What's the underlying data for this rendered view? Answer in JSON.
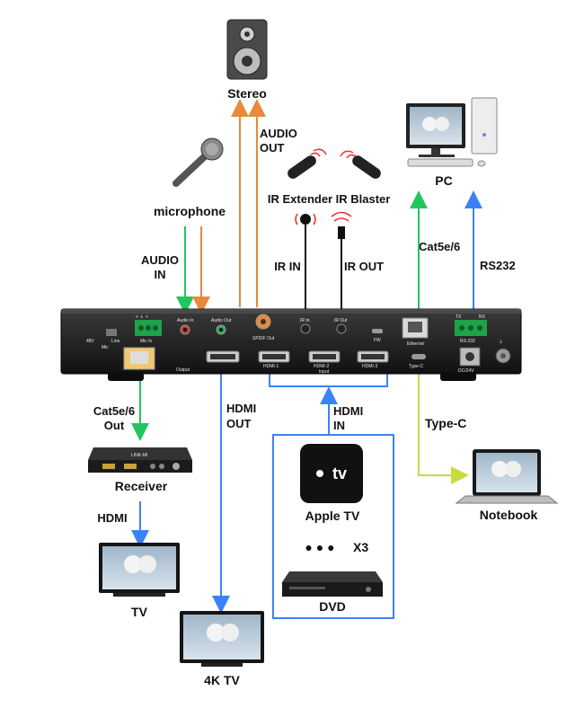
{
  "labels": {
    "stereo": "Stereo",
    "audio_out": [
      "AUDIO",
      "OUT"
    ],
    "microphone": "microphone",
    "audio_in": [
      "AUDIO",
      "IN"
    ],
    "ir_extender": "IR Extender",
    "ir_blaster": "IR Blaster",
    "ir_in": "IR IN",
    "ir_out": "IR OUT",
    "pc": "PC",
    "cat5_right": "Cat5e/6",
    "rs232": "RS232",
    "cat5_out": [
      "Cat5e/6",
      "Out"
    ],
    "receiver": "Receiver",
    "hdmi": "HDMI",
    "tv": "TV",
    "hdmi_out": [
      "HDMI",
      "OUT"
    ],
    "four_k_tv": "4K TV",
    "hdmi_in": [
      "HDMI",
      "IN"
    ],
    "apple_tv": "Apple TV",
    "apple_tv_logo": "tv",
    "dots": "● ● ●",
    "x3": "X3",
    "dvd": "DVD",
    "type_c": "Type-C",
    "notebook": "Notebook"
  },
  "panel": {
    "mic_switch": [
      "48V",
      "Mic",
      "Line"
    ],
    "mic_in": "Mic In",
    "plus_minus": "+ ⏚ +",
    "audio_in": "Audio In",
    "audio_out": "Audio Out",
    "spdif_out": "SPDIF Out",
    "ir_in": "IR In",
    "ir_out": "IR Out",
    "fw": "FW",
    "ethernet": "Ethernet",
    "type_c": "Type-C",
    "tx": "TX",
    "rx": "RX",
    "rs232": "RS-232",
    "hdmi1": "HDMI-1",
    "hdmi2": "HDMI-2",
    "hdmi3": "HDMI-3",
    "output": "Output",
    "input": "Input",
    "dc": "DC/24V",
    "receiver_brand": "LINK-MI"
  },
  "colors": {
    "green": "#22c55e",
    "orange": "#e8893b",
    "blue": "#3b82f6",
    "black": "#111111",
    "yellow_green": "#d4e84a",
    "box_blue": "#3b82f6"
  }
}
